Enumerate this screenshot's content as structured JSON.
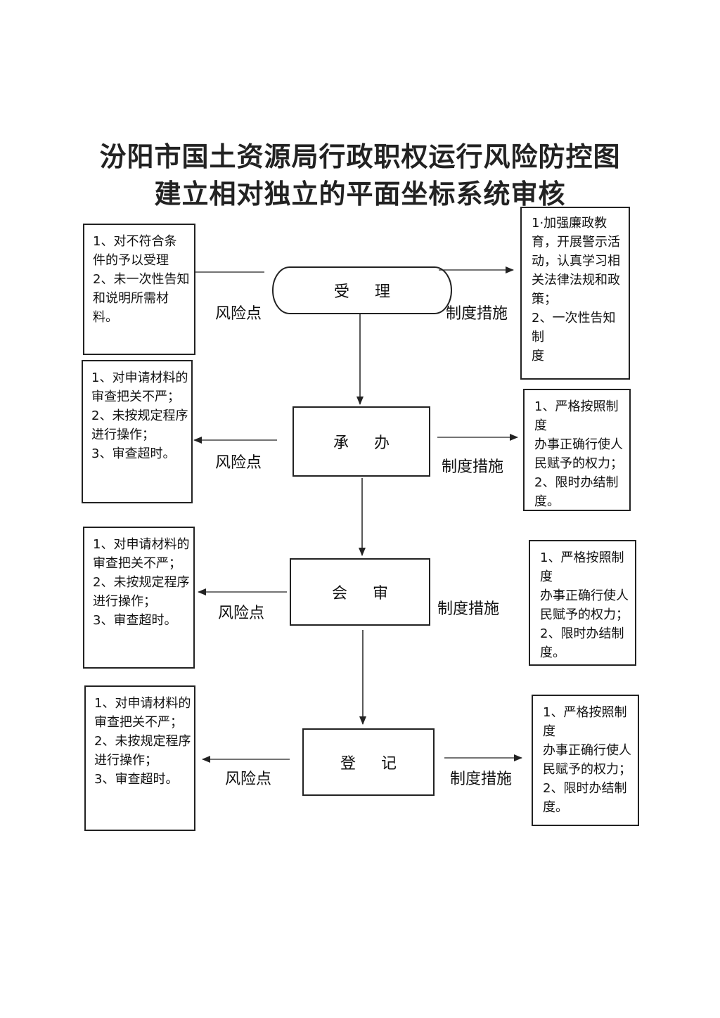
{
  "title": {
    "line1": "汾阳市国土资源局行政职权运行风险防控图",
    "line2": "建立相对独立的平面坐标系统审核"
  },
  "stages": [
    {
      "name": "受理",
      "risk_label": "风险点",
      "measure_label": "制度措施",
      "risks": "1、对不符合条\n件的予以受理\n2、未一次性告知\n和说明所需材\n料。",
      "measures": "1·加强廉政教\n育，开展警示活\n动，认真学习相\n关法律法规和政\n策；\n2、一次性告知制\n度"
    },
    {
      "name": "承办",
      "risk_label": "风险点",
      "measure_label": "制度措施",
      "risks": "1、对申请材料的\n审查把关不严；\n2、未按规定程序\n进行操作；\n3、审查超时。",
      "measures": "1、严格按照制度\n办事正确行使人\n民赋予的权力；\n2、限时办结制\n度。"
    },
    {
      "name": "会审",
      "risk_label": "风险点",
      "measure_label": "制度措施",
      "risks": "1、对申请材料的\n审查把关不严；\n2、未按规定程序\n进行操作；\n3、审查超时。",
      "measures": "1、严格按照制度\n办事正确行使人\n民赋予的权力；\n2、限时办结制\n度。"
    },
    {
      "name": "登记",
      "risk_label": "风险点",
      "measure_label": "制度措施",
      "risks": "1、对申请材料的\n审查把关不严；\n2、未按规定程序\n进行操作；\n3、审查超时。",
      "measures": "1、严格按照制度\n办事正确行使人\n民赋予的权力；\n2、限时办结制\n度。"
    }
  ]
}
